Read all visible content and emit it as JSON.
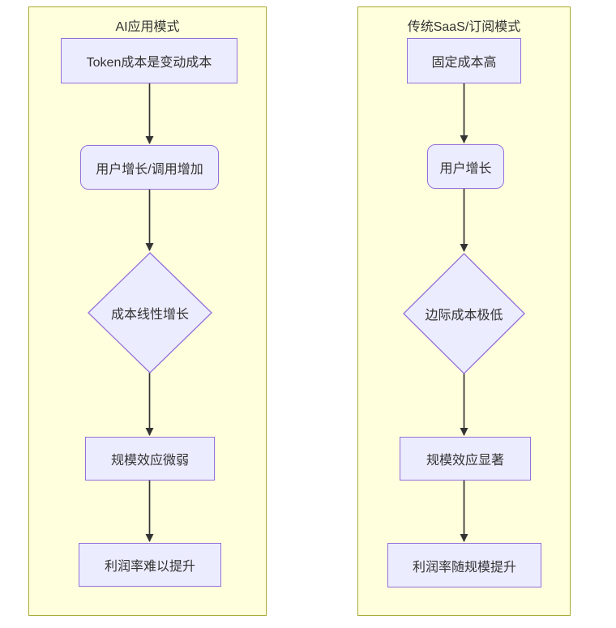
{
  "diagram": {
    "type": "flowchart",
    "direction": "top-down",
    "colors": {
      "node_fill": "#ECECFF",
      "node_border": "#9370DB",
      "subgraph_fill": "#FFFFDE",
      "subgraph_border": "#AAAA33",
      "edge": "#333333",
      "text": "#333333",
      "page_background": "#FFFFFF"
    },
    "subgraphs": [
      {
        "title": "AI应用模式",
        "nodes": [
          {
            "id": "A",
            "shape": "rect",
            "label": "Token成本是变动成本"
          },
          {
            "id": "B",
            "shape": "rounded",
            "label": "用户增长/调用增加"
          },
          {
            "id": "C",
            "shape": "diamond",
            "label": "成本线性增长"
          },
          {
            "id": "D",
            "shape": "rect",
            "label": "规模效应微弱"
          },
          {
            "id": "E",
            "shape": "rect",
            "label": "利润率难以提升"
          }
        ],
        "edges": [
          {
            "from": "A",
            "to": "B"
          },
          {
            "from": "B",
            "to": "C"
          },
          {
            "from": "C",
            "to": "D"
          },
          {
            "from": "D",
            "to": "E"
          }
        ]
      },
      {
        "title": "传统SaaS/订阅模式",
        "nodes": [
          {
            "id": "F",
            "shape": "rect",
            "label": "固定成本高"
          },
          {
            "id": "G",
            "shape": "rounded",
            "label": "用户增长"
          },
          {
            "id": "H",
            "shape": "diamond",
            "label": "边际成本极低"
          },
          {
            "id": "I",
            "shape": "rect",
            "label": "规模效应显著"
          },
          {
            "id": "J",
            "shape": "rect",
            "label": "利润率随规模提升"
          }
        ],
        "edges": [
          {
            "from": "F",
            "to": "G"
          },
          {
            "from": "G",
            "to": "H"
          },
          {
            "from": "H",
            "to": "I"
          },
          {
            "from": "I",
            "to": "J"
          }
        ]
      }
    ]
  }
}
